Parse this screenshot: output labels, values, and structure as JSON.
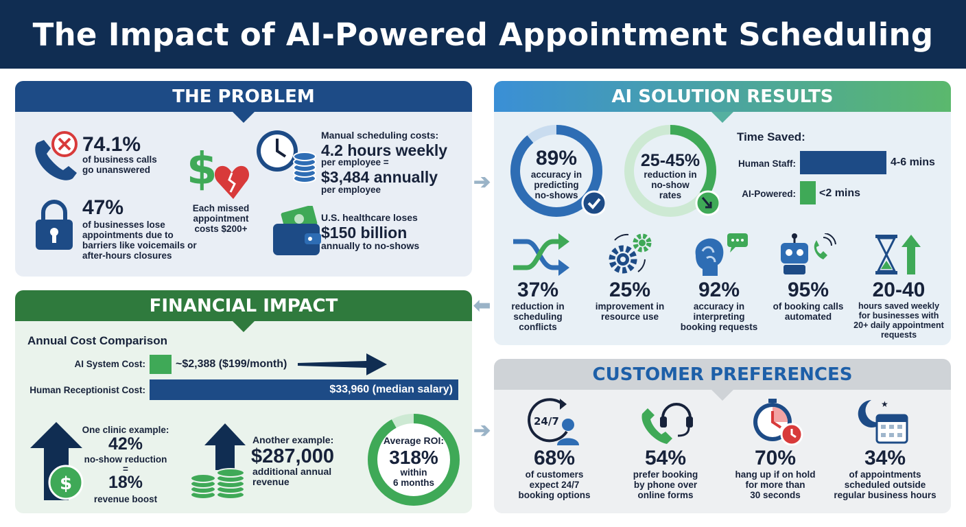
{
  "title": "The Impact of AI-Powered Appointment Scheduling",
  "colors": {
    "navy": "#102d52",
    "problem": "#1d4b86",
    "solution_start": "#3a8fd6",
    "solution_end": "#5bb86d",
    "financial": "#2f7a3d",
    "preferences": "#cfd3d7",
    "accent_blue": "#1d4b86",
    "accent_green": "#3fa957"
  },
  "problem": {
    "title": "THE PROBLEM",
    "stat1": {
      "value": "74.1%",
      "text1": "of business calls",
      "text2": "go unanswered",
      "icon": "phone-icon"
    },
    "stat2": {
      "value": "47%",
      "text1": "of businesses lose",
      "text2": "appointments due to",
      "text3": "barriers like voicemails or",
      "text4": "after-hours closures",
      "icon": "lock-icon"
    },
    "stat3": {
      "text1": "Each missed",
      "text2": "appointment",
      "text3": "costs $200+",
      "icon": "dollar-broken-heart-icon"
    },
    "stat4": {
      "label": "Manual scheduling costs:",
      "value1": "4.2 hours weekly",
      "text1": "per employee =",
      "value2": "$3,484 annually",
      "text2": "per employee",
      "icon": "clock-coins-icon"
    },
    "stat5": {
      "label": "U.S. healthcare loses",
      "value": "$150 billion",
      "text": "annually to no-shows",
      "icon": "wallet-icon"
    }
  },
  "solution": {
    "title": "AI SOLUTION RESULTS",
    "ring1": {
      "value": "89%",
      "text1": "accuracy in",
      "text2": "predicting",
      "text3": "no-shows",
      "percent": 89
    },
    "ring2": {
      "value": "25-45%",
      "text1": "reduction in",
      "text2": "no-show",
      "text3": "rates",
      "percent": 35
    },
    "time": {
      "title": "Time Saved:",
      "rows": [
        {
          "label": "Human Staff:",
          "value": "4-6 mins",
          "bar": 5
        },
        {
          "label": "AI-Powered:",
          "value": "<2 mins",
          "bar": 0.9
        }
      ]
    },
    "stats": [
      {
        "value": "37%",
        "lines": [
          "reduction in",
          "scheduling",
          "conflicts"
        ],
        "icon": "shuffle-icon"
      },
      {
        "value": "25%",
        "lines": [
          "improvement in",
          "resource use"
        ],
        "icon": "gears-icon"
      },
      {
        "value": "92%",
        "lines": [
          "accuracy in",
          "interpreting",
          "booking requests"
        ],
        "icon": "brain-chat-icon"
      },
      {
        "value": "95%",
        "lines": [
          "of booking calls",
          "automated"
        ],
        "icon": "robot-phone-icon"
      },
      {
        "value": "20-40",
        "lines": [
          "hours saved weekly",
          "for businesses with",
          "20+ daily appointment",
          "requests"
        ],
        "icon": "hourglass-up-icon"
      }
    ]
  },
  "financial": {
    "title": "FINANCIAL IMPACT",
    "compare_title": "Annual Cost Comparison",
    "rows": [
      {
        "label": "AI System Cost:",
        "value_text": "~$2,388 ($199/month)",
        "value": 2388
      },
      {
        "label": "Human Receptionist Cost:",
        "value_text": "$33,960 (median salary)",
        "value": 33960
      }
    ],
    "example1": {
      "label": "One clinic example:",
      "value1": "42%",
      "text1": "no-show reduction",
      "eq": "=",
      "value2": "18%",
      "text2": "revenue boost"
    },
    "example2": {
      "label": "Another example:",
      "value": "$287,000",
      "text1": "additional annual",
      "text2": "revenue"
    },
    "roi": {
      "label": "Average ROI:",
      "value": "318%",
      "text1": "within",
      "text2": "6 months",
      "percent": 92
    }
  },
  "preferences": {
    "title": "CUSTOMER PREFERENCES",
    "items": [
      {
        "value": "68%",
        "lines": [
          "of customers",
          "expect 24/7",
          "booking options"
        ],
        "icon": "24-7-person-icon",
        "badge": "24/7"
      },
      {
        "value": "54%",
        "lines": [
          "prefer booking",
          "by phone over",
          "online forms"
        ],
        "icon": "phone-headset-icon"
      },
      {
        "value": "70%",
        "lines": [
          "hang up if on hold",
          "for more than",
          "30 seconds"
        ],
        "icon": "stopwatch-clock-icon"
      },
      {
        "value": "34%",
        "lines": [
          "of appointments",
          "scheduled outside",
          "regular business hours"
        ],
        "icon": "moon-calendar-icon"
      }
    ]
  }
}
